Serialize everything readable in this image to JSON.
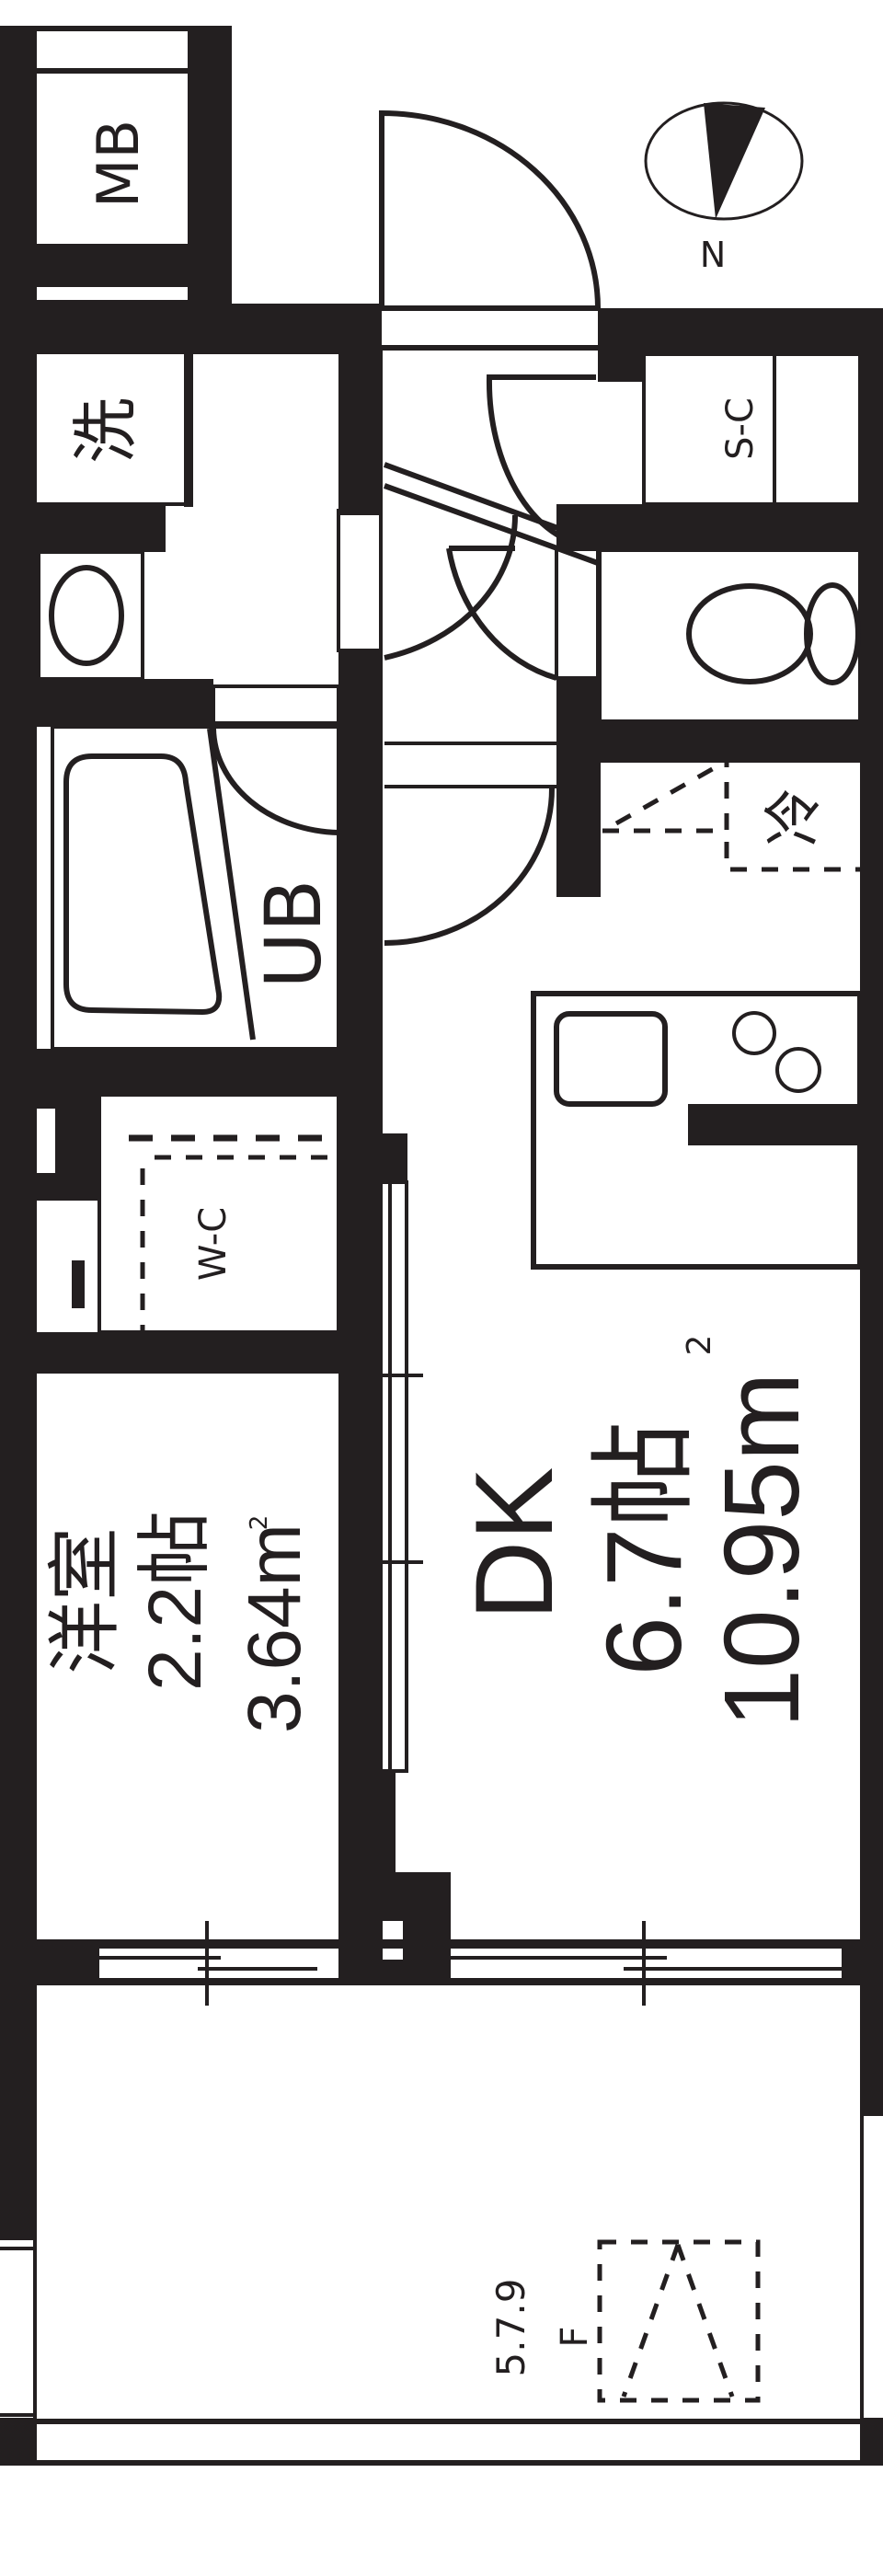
{
  "floor_plan": {
    "type": "1DK apartment floor plan",
    "compass": {
      "label": "N",
      "north_direction": "down"
    },
    "rooms": {
      "meter_box": {
        "label": "MB"
      },
      "washer": {
        "label": "洗"
      },
      "shoe_closet": {
        "label": "S-C"
      },
      "unit_bath": {
        "label": "UB"
      },
      "refrigerator": {
        "label": "冷"
      },
      "walk_in_closet": {
        "label": "W-C"
      },
      "dining_kitchen": {
        "label": "DK",
        "tatami": "6.7帖",
        "area": "10.95m",
        "area_sup": "2"
      },
      "western_room": {
        "label": "洋室",
        "tatami": "2.2帖",
        "area": "3.64m",
        "area_sup": "2"
      },
      "balcony": {
        "floors_note": "5.7.9",
        "floors_suffix": "F"
      }
    },
    "colors": {
      "wall": "#231f20",
      "background": "#ffffff"
    }
  }
}
